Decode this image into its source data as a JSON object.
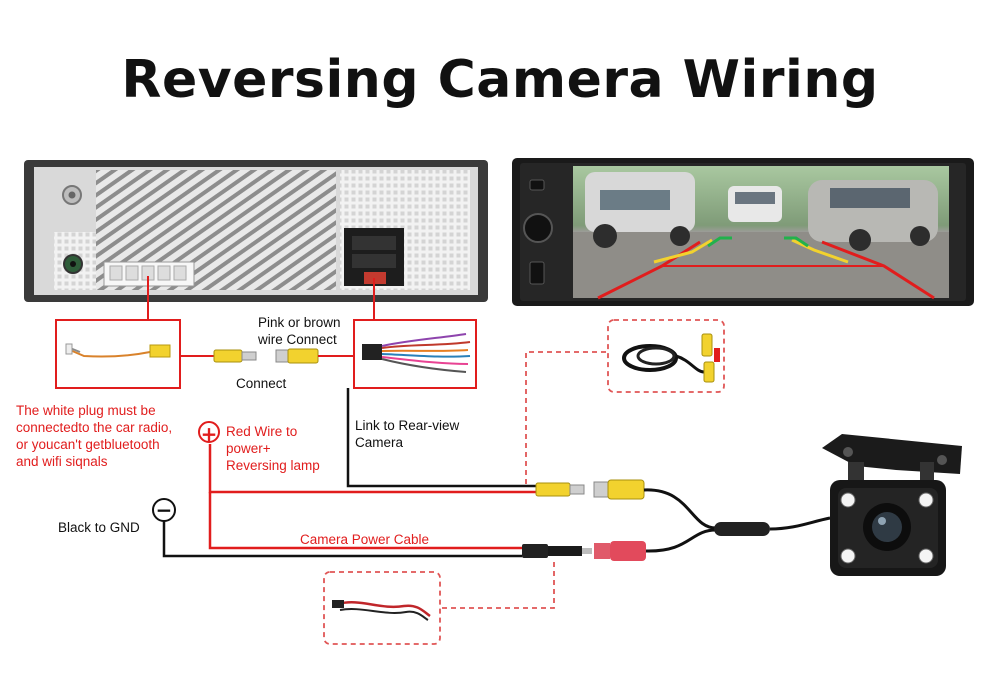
{
  "title": "Reversing Camera Wiring",
  "labels": {
    "pink_brown": "Pink or brown",
    "wire_connect": "wire Connect",
    "connect": "Connect",
    "white_plug_1": "The white plug must be",
    "white_plug_2": "connectedto the car radio,",
    "white_plug_3": "or youcan't getbluetooth",
    "white_plug_4": "and wifi siqnals",
    "red_wire_1": "Red Wire to",
    "red_wire_2": "power+",
    "red_wire_3": "Reversing lamp",
    "link_1": "Link to Rear-view",
    "link_2": "Camera",
    "black_gnd": "Black to GND",
    "camera_power": "Camera Power Cable"
  },
  "symbols": {
    "plus": "+",
    "minus": "−"
  },
  "colors": {
    "wire_red": "#e11d1d",
    "wire_black": "#111111",
    "rca_yellow": "#f2d22e",
    "dashed_box": "#e05555"
  },
  "icons": [
    "radio-back-panel-icon",
    "radio-front-screen-icon",
    "rca-cable-icon",
    "camera-icon",
    "power-cable-icon"
  ]
}
